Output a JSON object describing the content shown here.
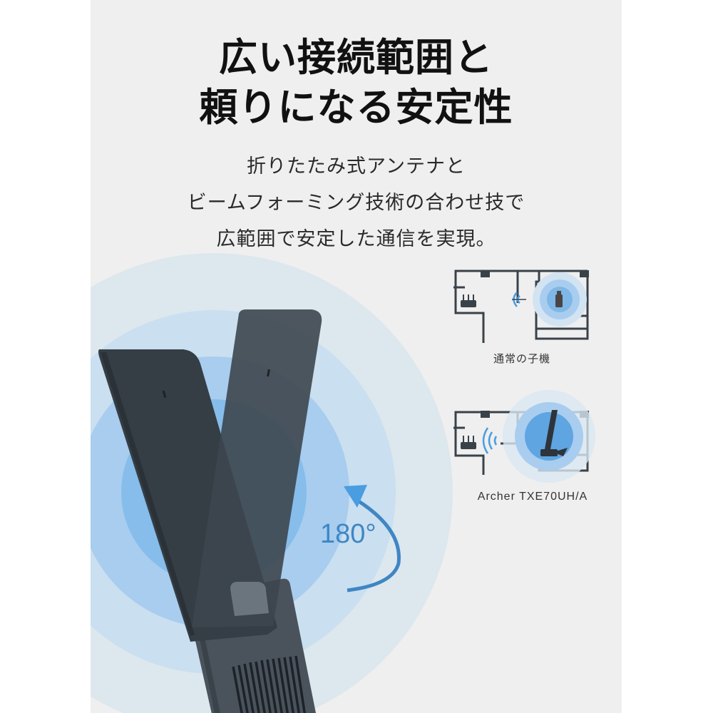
{
  "headline": {
    "line1": "広い接続範囲と",
    "line2": "頼りになる安定性"
  },
  "subcopy": {
    "line1": "折りたたみ式アンテナと",
    "line2": "ビームフォーミング技術の合わせ技で",
    "line3": "広範囲で安定した通信を実現。"
  },
  "rotation": {
    "angle_label": "180°"
  },
  "comparison": {
    "normal": {
      "caption": "通常の子機"
    },
    "product": {
      "caption": "Archer TXE70UH/A"
    }
  },
  "colors": {
    "panel_bg": "#efefef",
    "ring_outer": "#dde7ee",
    "ring_2": "#cadff0",
    "ring_3": "#a8cdee",
    "ring_inner": "#86bdeb",
    "accent_blue": "#3f86c4",
    "antenna": "#3a4249"
  }
}
